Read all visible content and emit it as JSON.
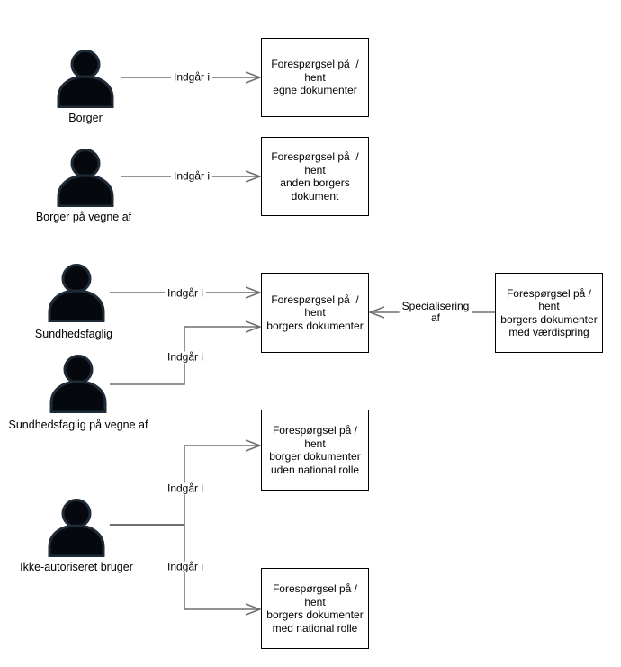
{
  "diagram": {
    "kind": "uml-use-case-diagram",
    "language": "da",
    "colors": {
      "background": "#ffffff",
      "connector": "#6f6f6f",
      "connector_dark": "#3f3f3f",
      "box_border": "#000000",
      "box_fill": "#ffffff",
      "actor_fill": "#05080c",
      "actor_stroke": "#202b38",
      "text": "#000000"
    }
  },
  "actors": [
    {
      "id": "borger",
      "label": "Borger"
    },
    {
      "id": "borger-pa-vegne-af",
      "label": "Borger på vegne af"
    },
    {
      "id": "sundhedsfaglig",
      "label": "Sundhedsfaglig"
    },
    {
      "id": "sundhedsfaglig-pa-vegne-af",
      "label": "Sundhedsfaglig på vegne af"
    },
    {
      "id": "ikke-autoriseret-bruger",
      "label": "Ikke-autoriseret bruger"
    }
  ],
  "use_cases": [
    {
      "id": "egne-dokumenter",
      "lines": [
        "Forespørgsel på  /",
        "hent",
        "egne dokumenter"
      ]
    },
    {
      "id": "anden-borgers-dokument",
      "lines": [
        "Forespørgsel på  /",
        "hent",
        "anden borgers",
        "dokument"
      ]
    },
    {
      "id": "borgers-dokumenter",
      "lines": [
        "Forespørgsel på  /",
        "hent",
        "borgers dokumenter"
      ]
    },
    {
      "id": "borgers-dokumenter-med-vaerdispring",
      "lines": [
        "Forespørgsel på /",
        "hent",
        "borgers dokumenter",
        "med værdispring"
      ]
    },
    {
      "id": "borger-dokumenter-uden-national-rolle",
      "lines": [
        "Forespørgsel på /",
        "hent",
        "borger dokumenter",
        "uden national rolle"
      ]
    },
    {
      "id": "borgers-dokumenter-med-national-rolle",
      "lines": [
        "Forespørgsel på /",
        "hent",
        "borgers dokumenter",
        "med national rolle"
      ]
    }
  ],
  "edges": [
    {
      "from": "borger",
      "to": "egne-dokumenter",
      "label": "Indgår i"
    },
    {
      "from": "borger-pa-vegne-af",
      "to": "anden-borgers-dokument",
      "label": "Indgår i"
    },
    {
      "from": "sundhedsfaglig",
      "to": "borgers-dokumenter",
      "label": "Indgår i"
    },
    {
      "from": "sundhedsfaglig-pa-vegne-af",
      "to": "borgers-dokumenter",
      "label": "Indgår i"
    },
    {
      "from": "borgers-dokumenter-med-vaerdispring",
      "to": "borgers-dokumenter",
      "label": "Specialisering\naf"
    },
    {
      "from": "ikke-autoriseret-bruger",
      "to": "borger-dokumenter-uden-national-rolle",
      "label": "Indgår i"
    },
    {
      "from": "ikke-autoriseret-bruger",
      "to": "borgers-dokumenter-med-national-rolle",
      "label": "Indgår i"
    }
  ]
}
